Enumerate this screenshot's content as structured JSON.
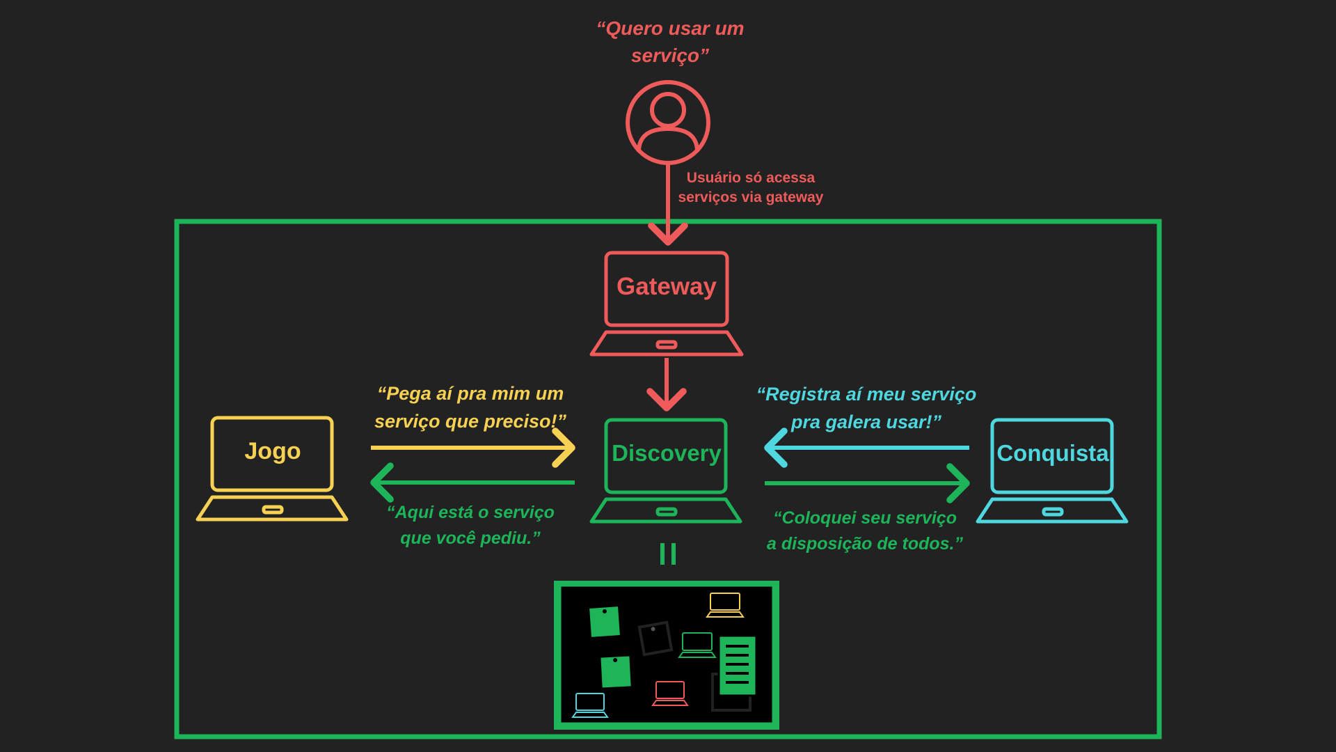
{
  "colors": {
    "background": "#222222",
    "gateway": "#EF5B5B",
    "discovery": "#1DB45A",
    "jogo": "#F7D154",
    "conquista": "#4FD7E0",
    "black": "#111111"
  },
  "user": {
    "quote_line1": "“Quero usar um",
    "quote_line2": "serviço”",
    "note_line1": "Usuário só acessa",
    "note_line2": "serviços via gateway",
    "icon": "user-circle-icon"
  },
  "nodes": {
    "gateway": {
      "label": "Gateway",
      "icon": "laptop-icon"
    },
    "discovery": {
      "label": "Discovery",
      "icon": "laptop-icon"
    },
    "jogo": {
      "label": "Jogo",
      "icon": "laptop-icon"
    },
    "conquista": {
      "label": "Conquista",
      "icon": "laptop-icon"
    }
  },
  "messages": {
    "jogo_request_line1": "“Pega aí pra mim um",
    "jogo_request_line2": "serviço que preciso!”",
    "discovery_reply_line1": "“Aqui está o serviço",
    "discovery_reply_line2": "que você pediu.”",
    "conquista_register_line1": "“Registra aí meu serviço",
    "conquista_register_line2": "pra galera usar!”",
    "discovery_ack_line1": "“Coloquei seu serviço",
    "discovery_ack_line2": "a disposição de todos.”"
  },
  "board": {
    "equals_icon": "equals-icon",
    "icon": "pinboard-icon"
  }
}
